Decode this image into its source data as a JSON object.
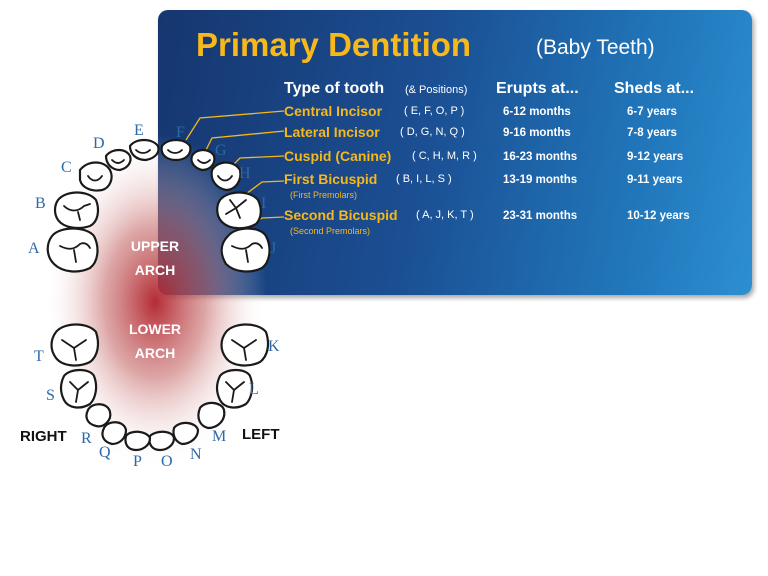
{
  "title": "Primary Dentition",
  "subtitle": "(Baby Teeth)",
  "table": {
    "headers": {
      "type": "Type of tooth",
      "positions_note": "(& Positions)",
      "erupts": "Erupts at...",
      "sheds": "Sheds at..."
    },
    "rows": [
      {
        "name": "Central Incisor",
        "positions": "( E, F, O, P )",
        "note": "",
        "erupts": "6-12 months",
        "sheds": "6-7 years"
      },
      {
        "name": "Lateral Incisor",
        "positions": "( D, G, N, Q )",
        "note": "",
        "erupts": "9-16 months",
        "sheds": "7-8 years"
      },
      {
        "name": "Cuspid (Canine)",
        "positions": "( C, H, M, R )",
        "note": "",
        "erupts": "16-23 months",
        "sheds": "9-12 years"
      },
      {
        "name": "First Bicuspid",
        "positions": "( B, I, L, S )",
        "note": "(First Premolars)",
        "erupts": "13-19 months",
        "sheds": "9-11 years"
      },
      {
        "name": "Second Bicuspid",
        "positions": "( A, J, K, T )",
        "note": "(Second Premolars)",
        "erupts": "23-31 months",
        "sheds": "10-12 years"
      }
    ]
  },
  "arches": {
    "upper_line1": "UPPER",
    "upper_line2": "ARCH",
    "lower_line1": "LOWER",
    "lower_line2": "ARCH"
  },
  "sides": {
    "right": "RIGHT",
    "left": "LEFT"
  },
  "tooth_letters": {
    "A": "A",
    "B": "B",
    "C": "C",
    "D": "D",
    "E": "E",
    "F": "F",
    "G": "G",
    "H": "H",
    "I": "I",
    "J": "J",
    "K": "K",
    "L": "L",
    "M": "M",
    "N": "N",
    "O": "O",
    "P": "P",
    "Q": "Q",
    "R": "R",
    "S": "S",
    "T": "T"
  },
  "colors": {
    "panel_dark": "#16366f",
    "panel_light": "#2d8fd0",
    "accent": "#f6b81a",
    "letter": "#2c6aa6",
    "glow": "#b0202a"
  }
}
